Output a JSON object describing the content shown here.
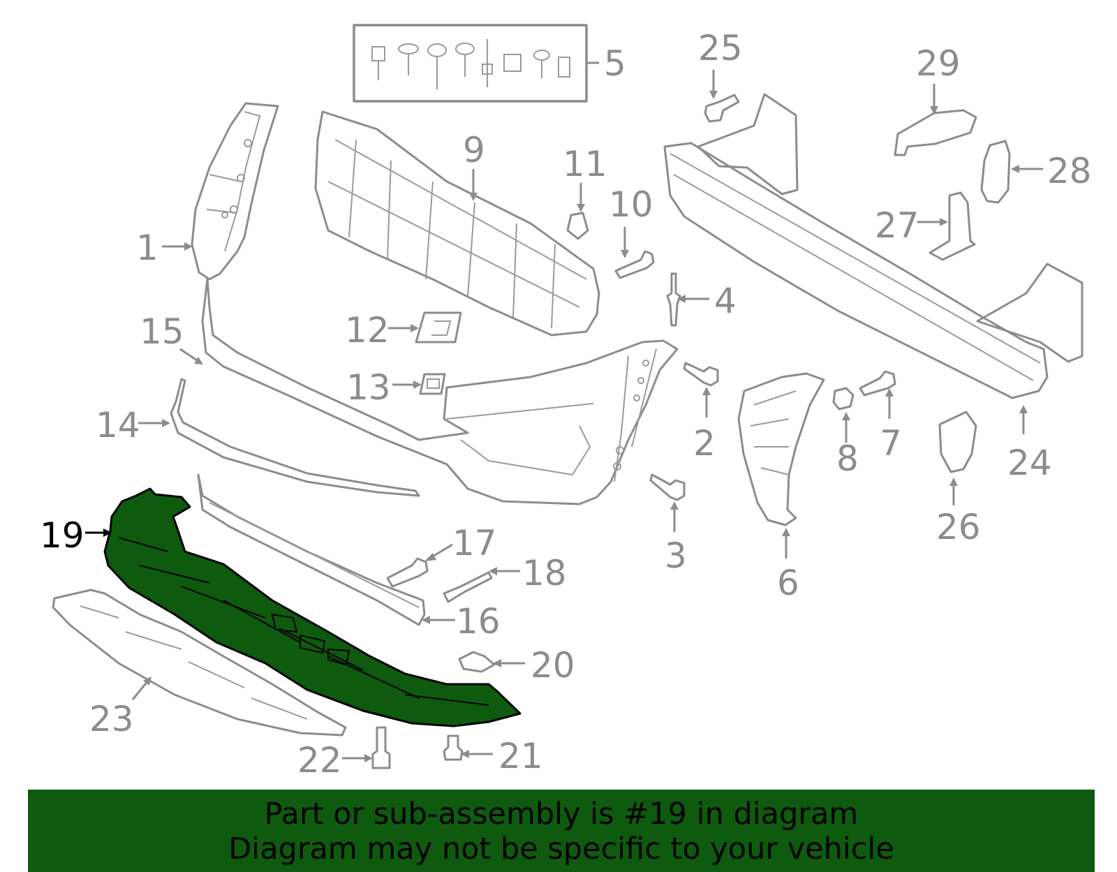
{
  "diagram": {
    "highlight_color": "#0e5a0e",
    "line_color": "#8c8c8c",
    "highlighted_part": "19",
    "callouts": {
      "c1": "1",
      "c2": "2",
      "c3": "3",
      "c4": "4",
      "c5": "5",
      "c6": "6",
      "c7": "7",
      "c8": "8",
      "c9": "9",
      "c10": "10",
      "c11": "11",
      "c12": "12",
      "c13": "13",
      "c14": "14",
      "c15": "15",
      "c16": "16",
      "c17": "17",
      "c18": "18",
      "c19": "19",
      "c20": "20",
      "c21": "21",
      "c22": "22",
      "c23": "23",
      "c24": "24",
      "c25": "25",
      "c26": "26",
      "c27": "27",
      "c28": "28",
      "c29": "29"
    }
  },
  "caption": {
    "line1": "Part or sub-assembly is #19 in diagram",
    "line2": "Diagram may not be specific to your vehicle"
  }
}
